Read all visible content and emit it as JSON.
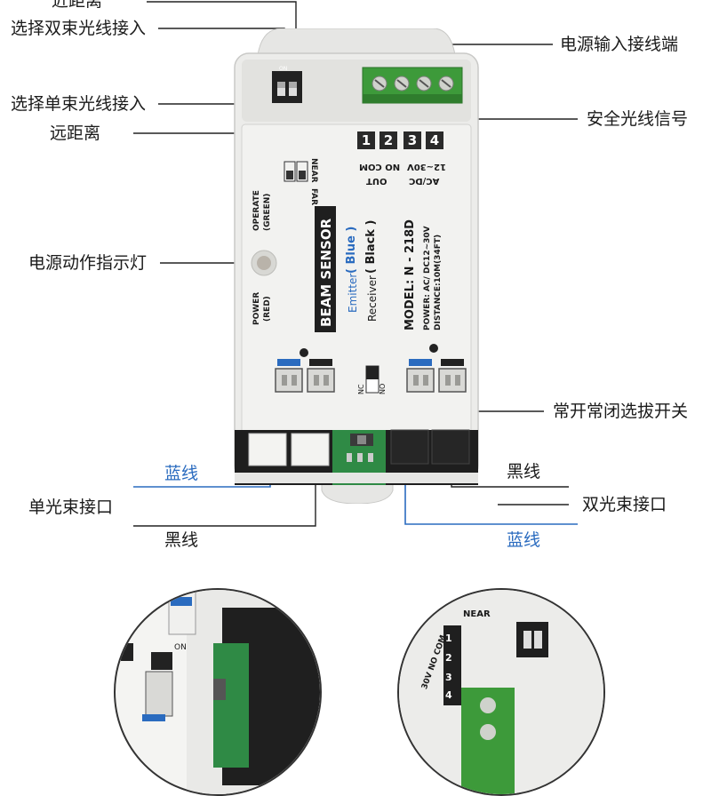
{
  "callouts": {
    "near_top": "近距离",
    "select_dual": "选择双束光线接入",
    "select_single": "选择单束光线接入",
    "far": "远距离",
    "power_indicator": "电源动作指示灯",
    "power_input": "电源输入接线端",
    "safety_signal": "安全光线信号",
    "nc_no_switch": "常开常闭选拔开关",
    "blue_left": "蓝线",
    "single_port": "单光束接口",
    "black_left": "黑线",
    "black_right": "黑线",
    "dual_port": "双光束接口",
    "blue_right": "蓝线"
  },
  "device": {
    "terminals": [
      "1",
      "2",
      "3",
      "4"
    ],
    "out_label": "OUT",
    "no_com_label": "NO COM",
    "v_label": "12~30V",
    "acdc_label": "AC/DC",
    "dip_on": "ON",
    "near_label": "NEAR",
    "far_label": "FAR",
    "operate_label": "OPERATE",
    "operate_color": "(GREEN)",
    "power_label": "POWER",
    "power_color": "(RED)",
    "title": "BEAM SENSOR",
    "emitter": "Emitter",
    "emitter_color": "( Blue )",
    "receiver": "Receiver",
    "receiver_color": "( Black )",
    "model": "MODEL: N - 218D",
    "power_spec": "POWER: AC/ DC12~30V",
    "distance_spec": "DISTANCE:10M(34FT)",
    "nc": "NC",
    "no": "NO"
  },
  "zoom": {
    "left_on": "ON",
    "right_near": "NEAR",
    "right_no_com": "30V NO COM",
    "right_nums": [
      "1",
      "2",
      "3",
      "4"
    ]
  },
  "colors": {
    "case": "#ececea",
    "terminal_green": "#3d9a3a",
    "wire_blue": "#2a6bbf",
    "callout_dot": "#e0201b"
  }
}
